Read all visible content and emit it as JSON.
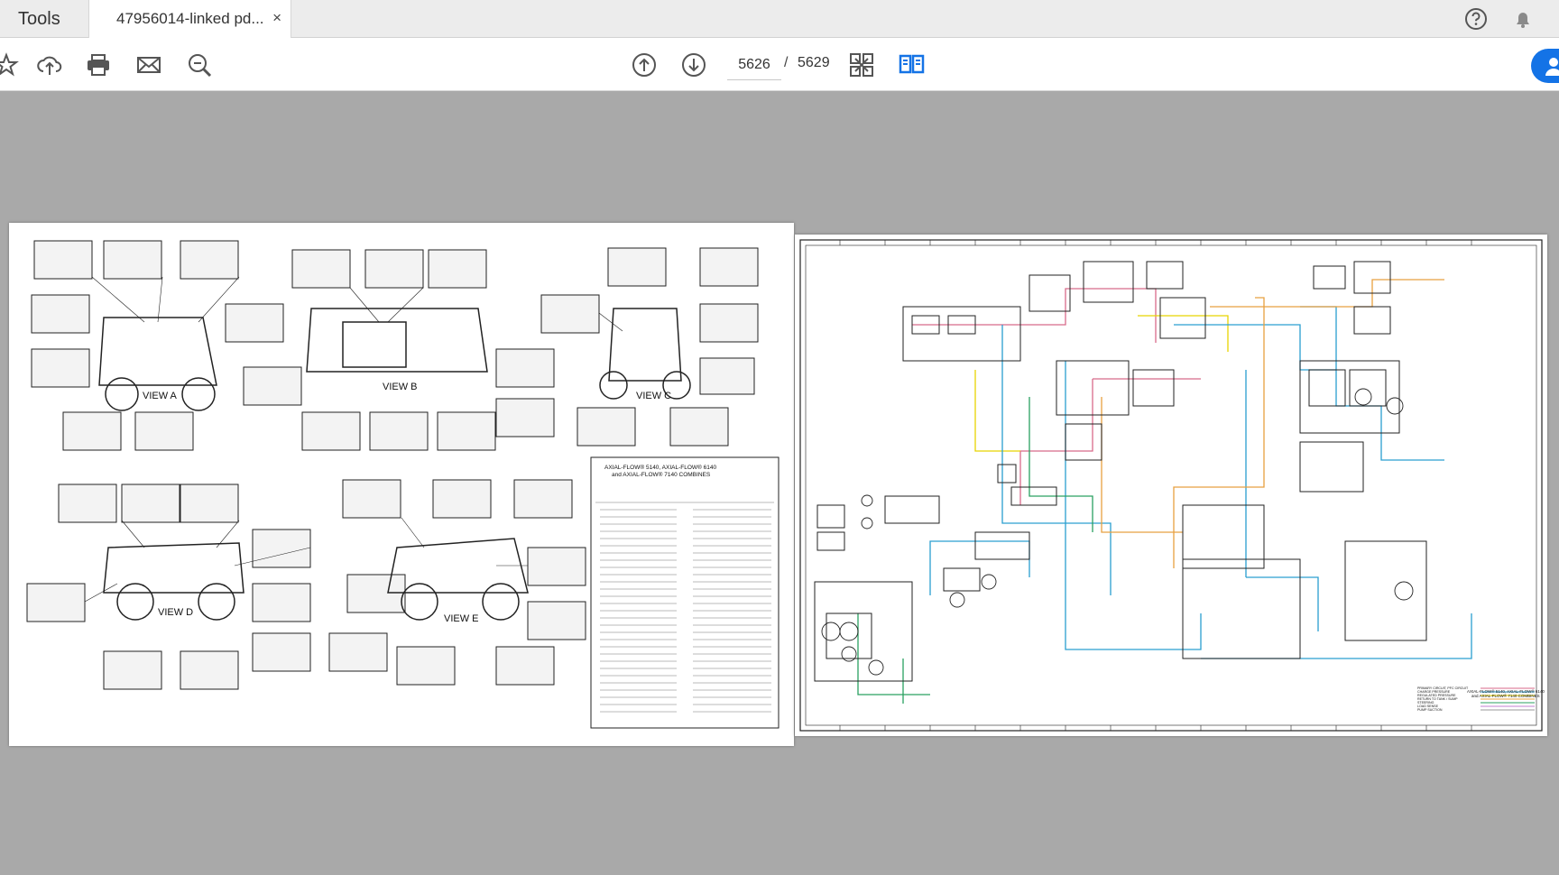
{
  "tabs": {
    "tools_label": "Tools",
    "document_title": "47956014-linked pd...",
    "close_glyph": "×"
  },
  "toolbar": {
    "icons": [
      "bookmark-star-icon",
      "upload-cloud-icon",
      "print-icon",
      "mail-icon",
      "zoom-search-icon",
      "page-up-icon",
      "page-down-icon",
      "fit-page-icon",
      "two-page-view-icon"
    ],
    "current_page": "5626",
    "separator": "/",
    "total_pages": "5629"
  },
  "colors": {
    "accent": "#1473e6",
    "pink_line": "#d86a8a",
    "blue_line": "#2a9fd0",
    "yellow_line": "#e8d400",
    "orange_line": "#e8a040",
    "green_line": "#2aa060"
  },
  "left_page": {
    "views": [
      "VIEW A",
      "VIEW B",
      "VIEW C",
      "VIEW D",
      "VIEW E"
    ],
    "legend_title": "AXIAL-FLOW® 5140, AXIAL-FLOW® 6140",
    "legend_subtitle": "and AXIAL-FLOW® 7140 COMBINES"
  },
  "right_page": {
    "title_lines": [
      "AXIAL-FLOW® 5140, AXIAL-FLOW® 6140",
      "and AXIAL-FLOW® 7140 COMBINES"
    ],
    "circuit_legend": [
      "PRIMARY CIRCUIT, PFC CIRCUIT",
      "CHARGE PRESSURE",
      "REGULATED PRESSURE",
      "RETURN TO TANK / SUMP",
      "STEERING",
      "LOAD SENSE",
      "PUMP SUCTION"
    ]
  }
}
